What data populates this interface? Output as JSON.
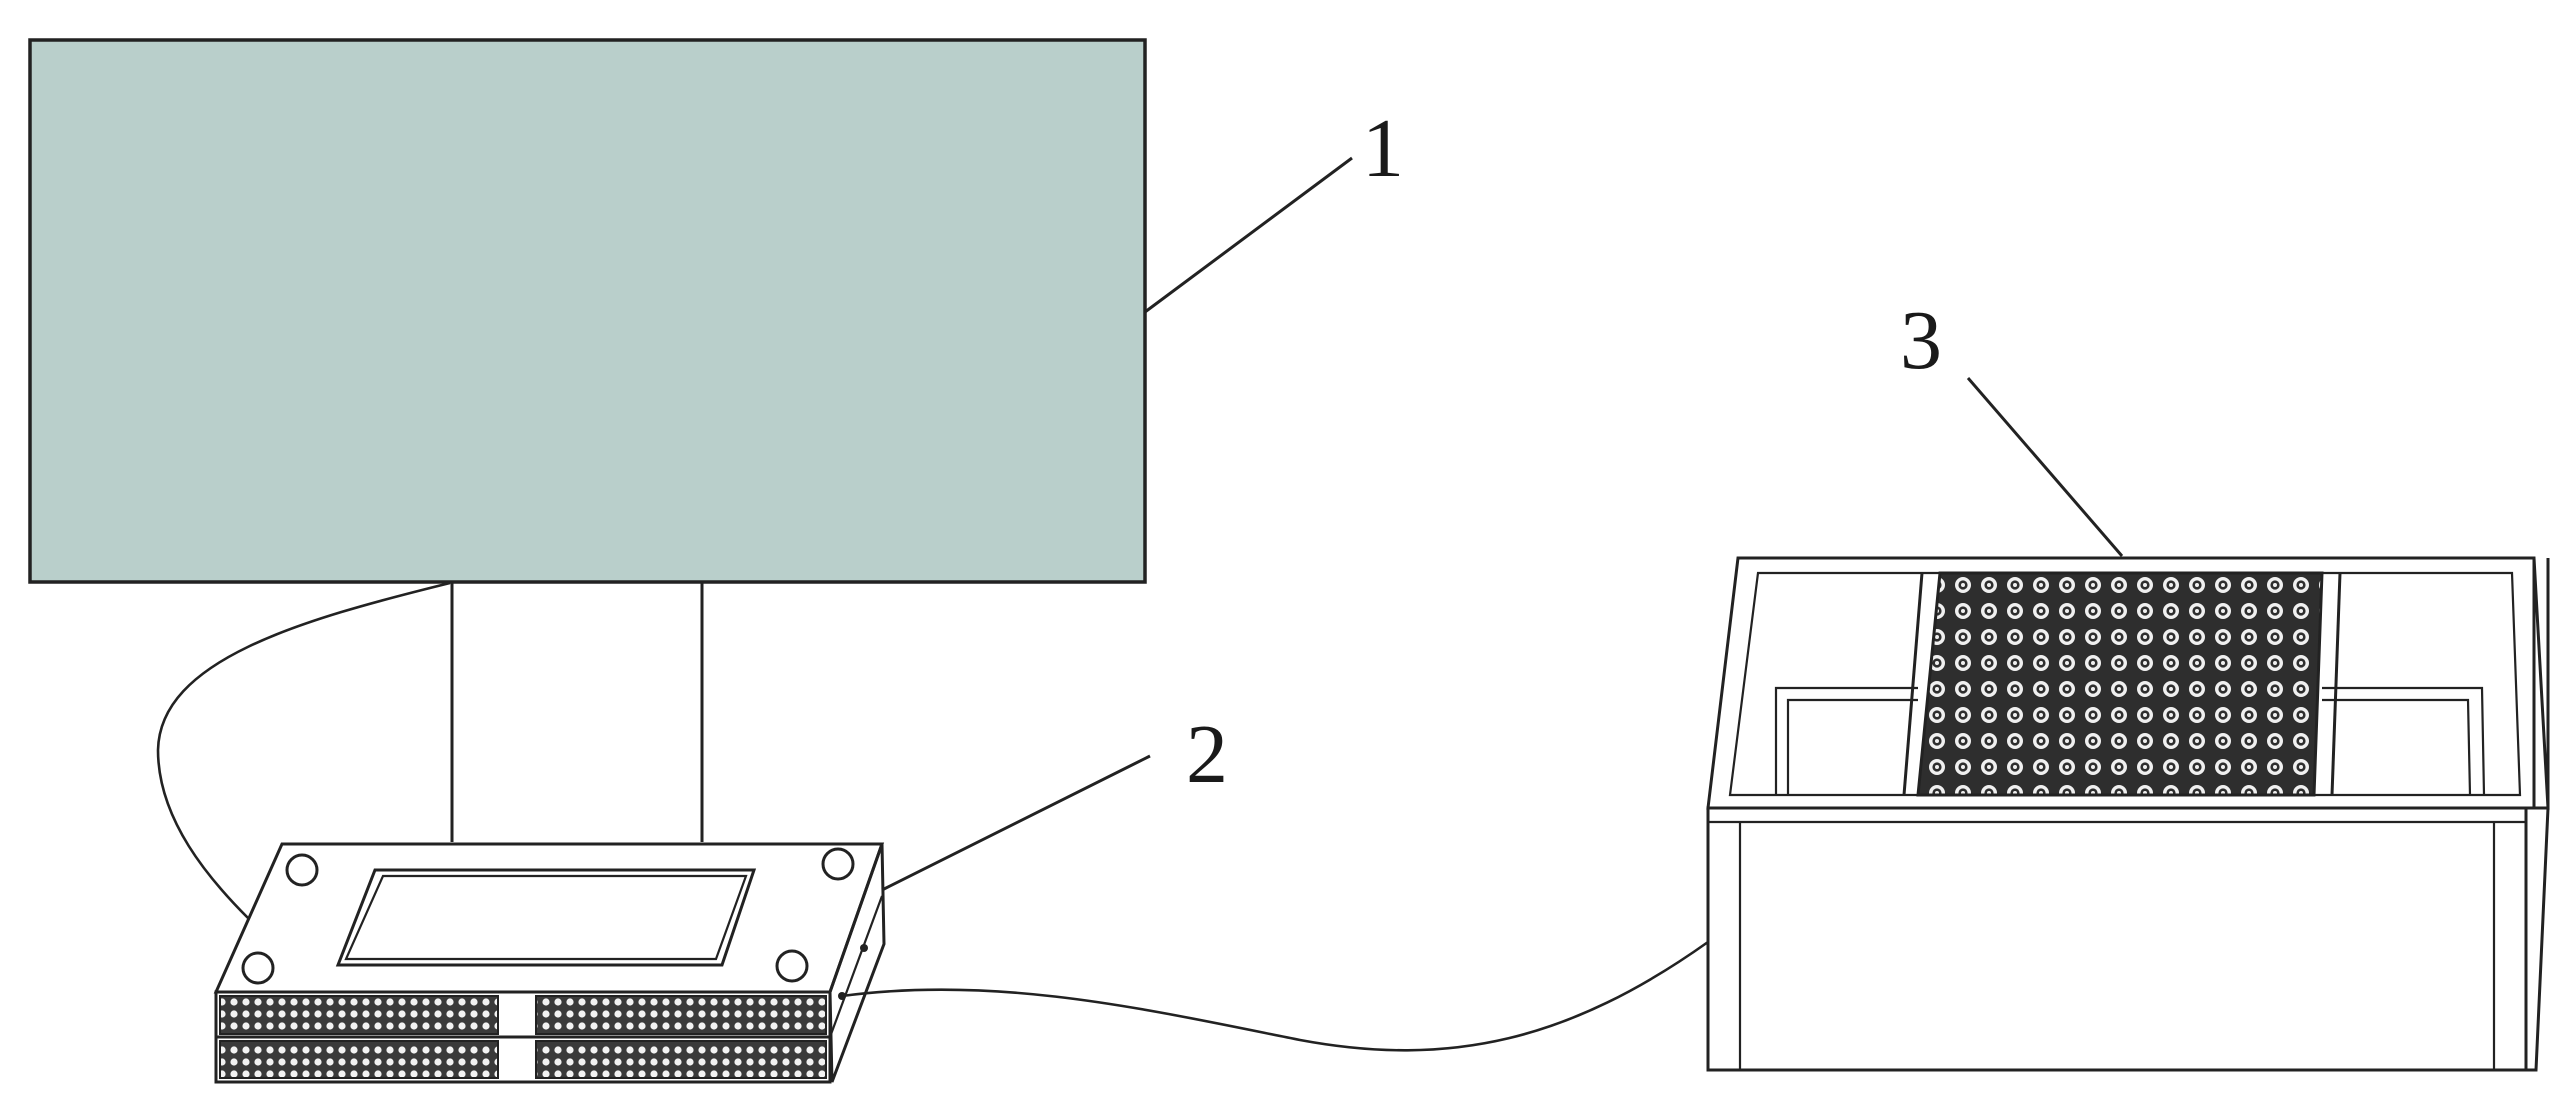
{
  "figure": {
    "callouts": [
      {
        "id": "1"
      },
      {
        "id": "2"
      },
      {
        "id": "3"
      }
    ]
  },
  "colors": {
    "display_fill": "#b9cfcb",
    "line": "#222222",
    "background": "#ffffff"
  },
  "parts": [
    {
      "callout": "1",
      "icon": "display-screen-icon"
    },
    {
      "callout": "2",
      "icon": "control-unit-box-icon"
    },
    {
      "callout": "3",
      "icon": "open-container-icon"
    }
  ]
}
